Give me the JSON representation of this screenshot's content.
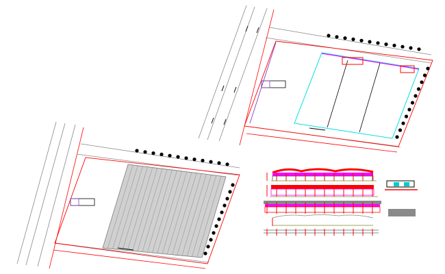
{
  "drawing": {
    "colors": {
      "background": "#ffffff",
      "boundary": "#ff0000",
      "road": "#808080",
      "building_outline": "#00e5e5",
      "property_line": "#8040c0",
      "facade_accent": "#ff00ff",
      "trees": "#000000",
      "hatch": "#9a9a9a"
    },
    "views": [
      "site-plan-upper",
      "site-plan-lower",
      "elevations",
      "detail-block"
    ]
  }
}
